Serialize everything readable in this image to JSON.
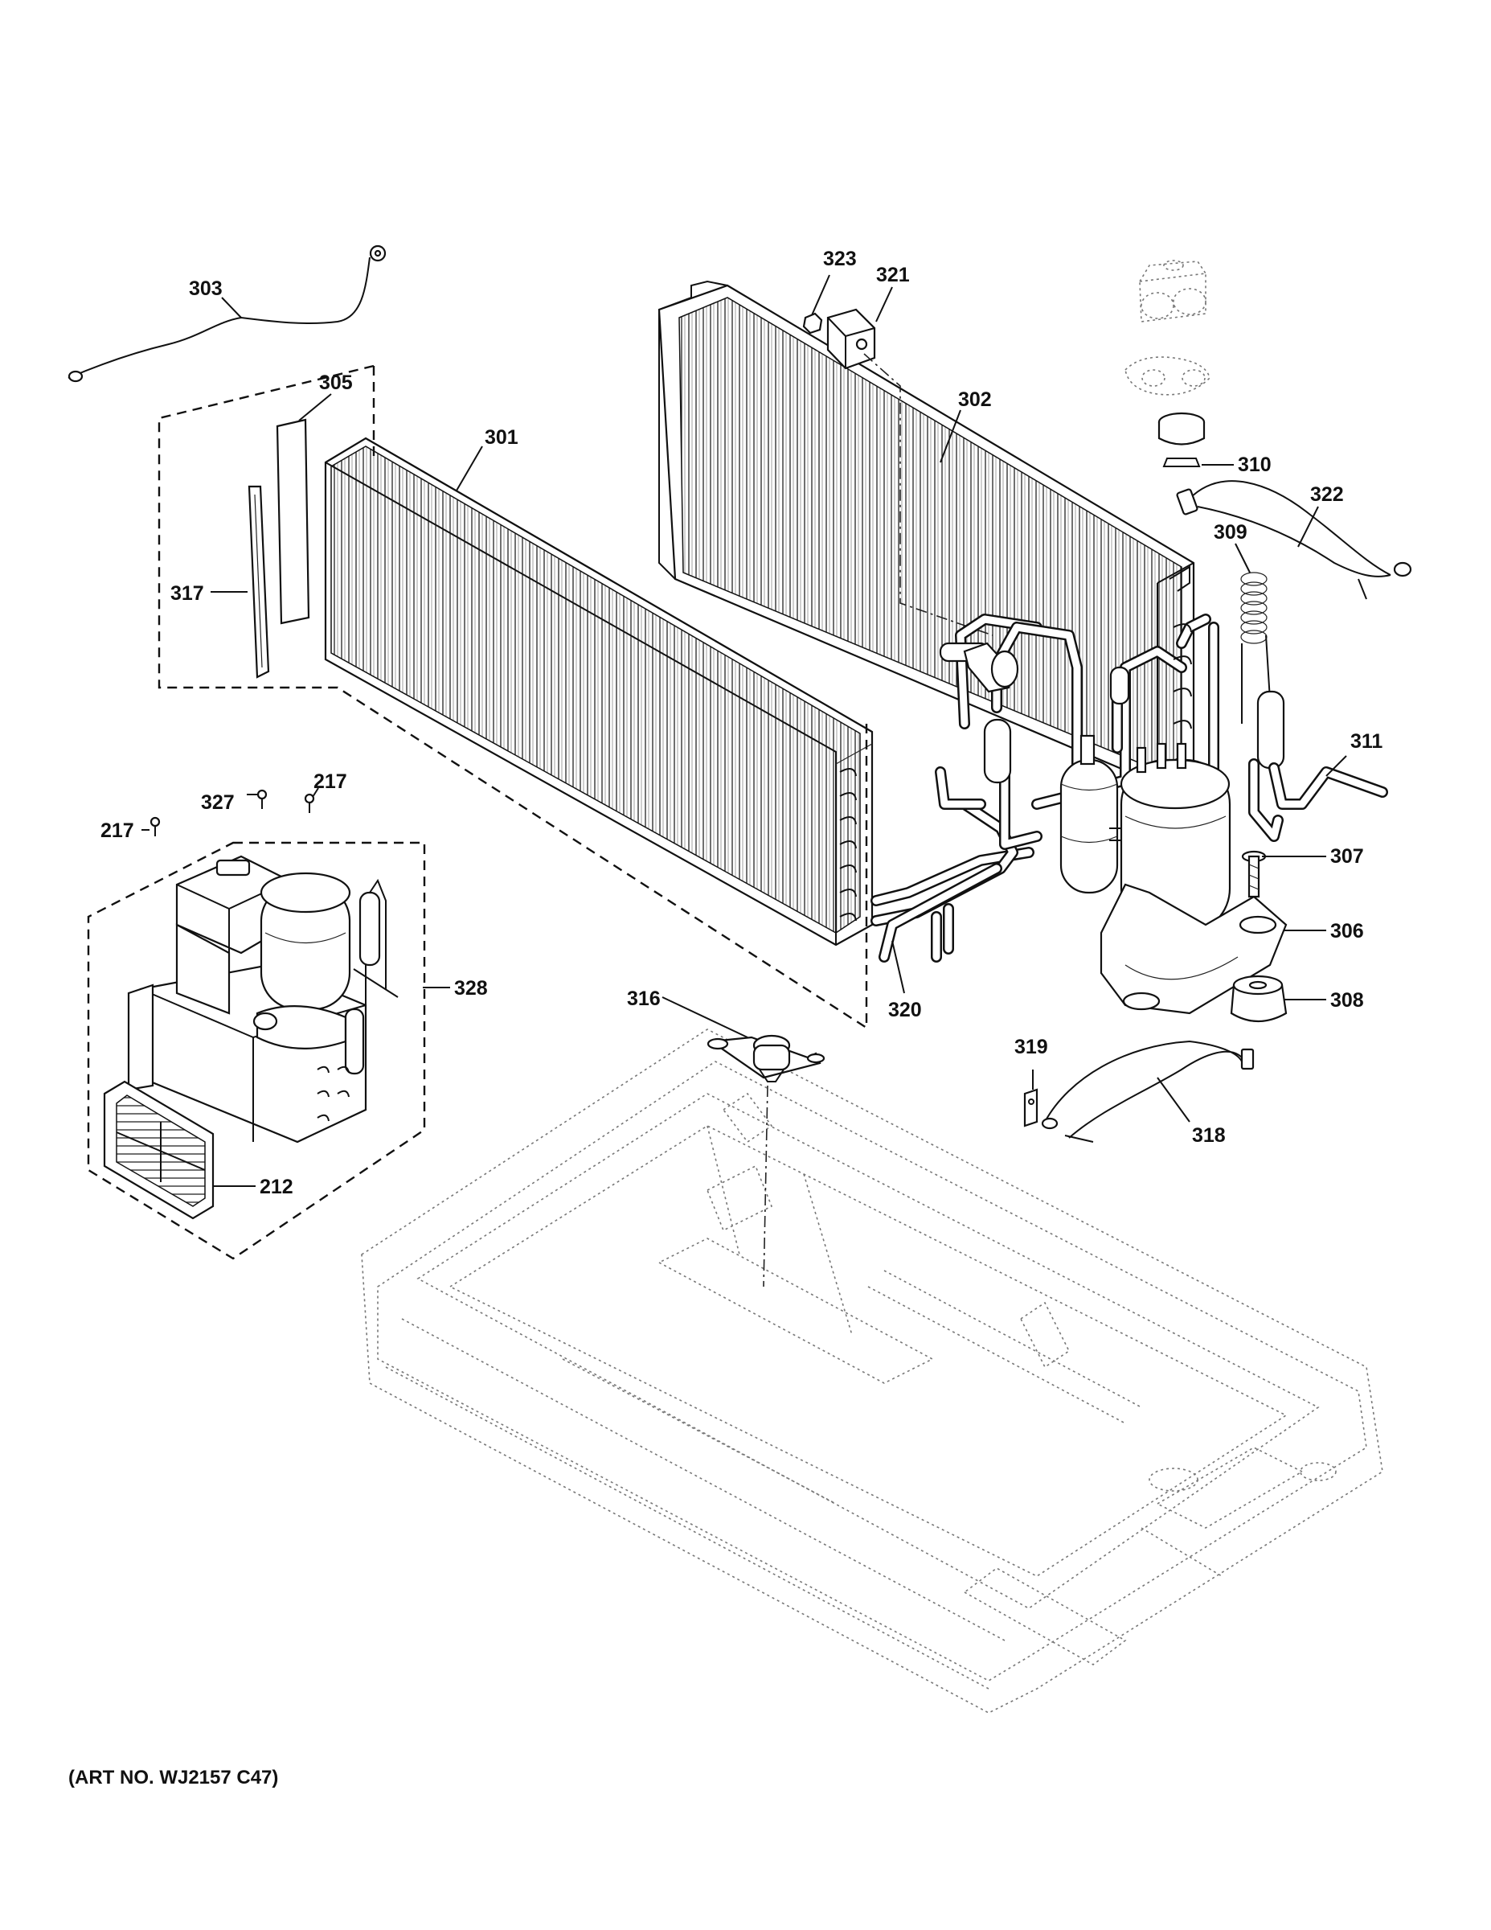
{
  "diagram": {
    "art_number": "(ART NO. WJ2157 C47)",
    "callouts": [
      {
        "id": "c303",
        "text": "303"
      },
      {
        "id": "c305",
        "text": "305"
      },
      {
        "id": "c301",
        "text": "301"
      },
      {
        "id": "c317",
        "text": "317"
      },
      {
        "id": "c323",
        "text": "323"
      },
      {
        "id": "c321",
        "text": "321"
      },
      {
        "id": "c302",
        "text": "302"
      },
      {
        "id": "c310",
        "text": "310"
      },
      {
        "id": "c322",
        "text": "322"
      },
      {
        "id": "c309",
        "text": "309"
      },
      {
        "id": "c311",
        "text": "311"
      },
      {
        "id": "c307",
        "text": "307"
      },
      {
        "id": "c306",
        "text": "306"
      },
      {
        "id": "c308",
        "text": "308"
      },
      {
        "id": "c217a",
        "text": "217"
      },
      {
        "id": "c327",
        "text": "327"
      },
      {
        "id": "c217b",
        "text": "217"
      },
      {
        "id": "c328",
        "text": "328"
      },
      {
        "id": "c212",
        "text": "212"
      },
      {
        "id": "c316",
        "text": "316"
      },
      {
        "id": "c320",
        "text": "320"
      },
      {
        "id": "c319",
        "text": "319"
      },
      {
        "id": "c318",
        "text": "318"
      }
    ]
  }
}
